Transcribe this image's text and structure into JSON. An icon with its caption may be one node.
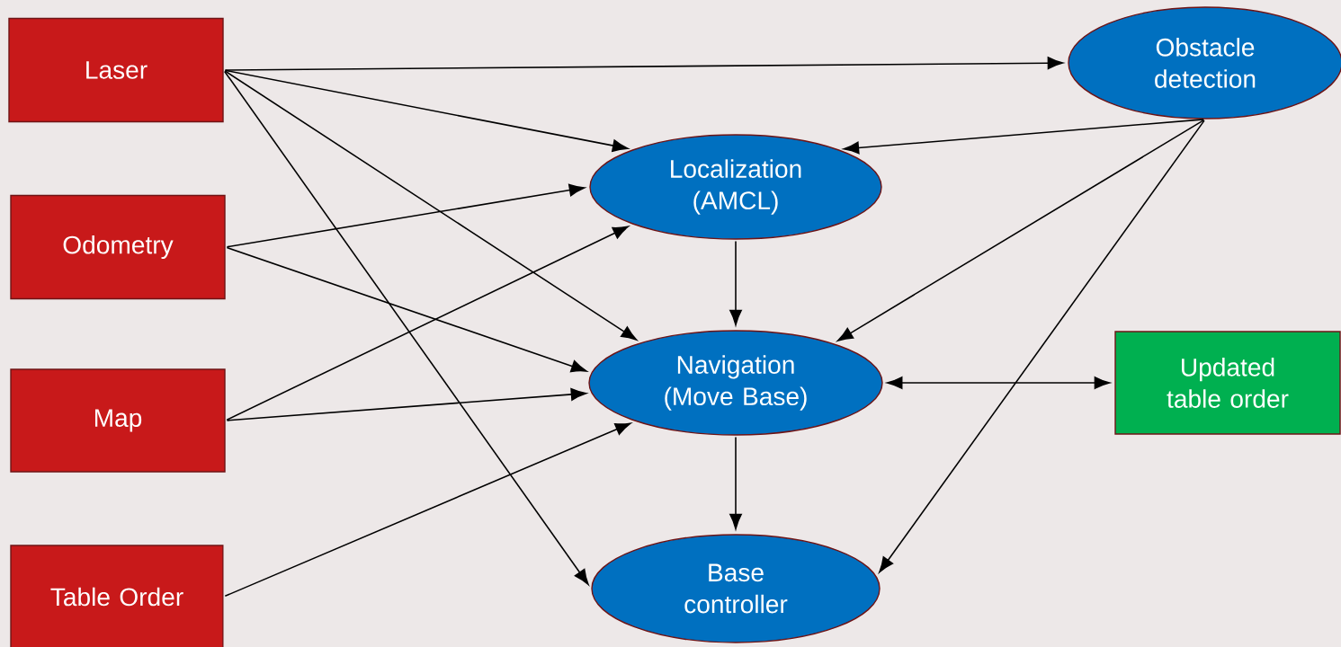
{
  "diagram": {
    "nodes": [
      {
        "text": [
          "Laser"
        ]
      },
      {
        "text": [
          "Odometry"
        ]
      },
      {
        "text": [
          "Map"
        ]
      },
      {
        "text": [
          "Table Order"
        ]
      },
      {
        "text": [
          "Obstacle detection"
        ]
      },
      {
        "text": [
          "Localization (AMCL)"
        ]
      },
      {
        "text": [
          "Navigation (Move Base)"
        ]
      },
      {
        "text": [
          "Updated table order"
        ]
      },
      {
        "text": [
          "Base controller"
        ]
      }
    ],
    "edges": [
      {
        "from": 0,
        "to": 4,
        "arrow": "to"
      },
      {
        "from": 0,
        "to": 5,
        "arrow": "to"
      },
      {
        "from": 0,
        "to": 6,
        "arrow": "to"
      },
      {
        "from": 0,
        "to": 8,
        "arrow": "to"
      },
      {
        "from": 4,
        "to": 5,
        "arrow": "to"
      },
      {
        "from": 4,
        "to": 6,
        "arrow": "to"
      },
      {
        "from": 4,
        "to": 8,
        "arrow": "to"
      },
      {
        "from": 1,
        "to": 5,
        "arrow": "to"
      },
      {
        "from": 1,
        "to": 6,
        "arrow": "to"
      },
      {
        "from": 2,
        "to": 5,
        "arrow": "to"
      },
      {
        "from": 2,
        "to": 6,
        "arrow": "to"
      },
      {
        "from": 3,
        "to": 6,
        "arrow": "to"
      },
      {
        "from": 5,
        "to": 6,
        "arrow": "to"
      },
      {
        "from": 6,
        "to": 8,
        "arrow": "to"
      },
      {
        "from": 6,
        "to": 7,
        "arrow": "both"
      }
    ]
  }
}
